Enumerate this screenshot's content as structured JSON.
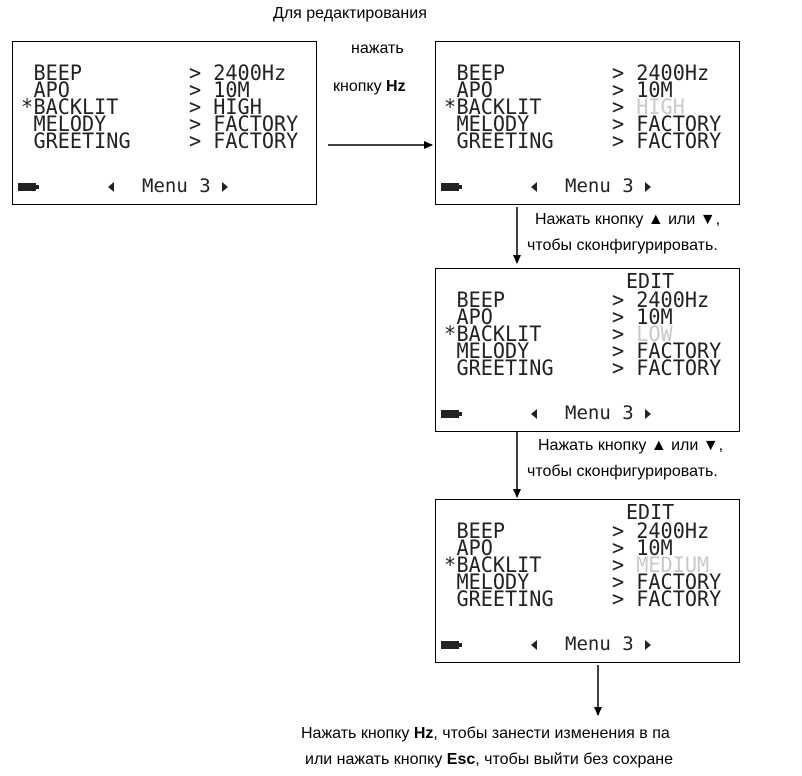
{
  "annotations": {
    "top_line1": "Для редактирования",
    "top_line2": "нажать",
    "top_line3_prefix": "кнопку ",
    "top_line3_key": "Hz",
    "step1_line1": "Нажать кнопку ▲ или ▼,",
    "step1_line2": "чтобы сконфигурировать.",
    "step2_line1": "Нажать кнопку ▲ или ▼,",
    "step2_line2": "чтобы сконфигурировать.",
    "bottom_line1_prefix": "Нажать кнопку ",
    "bottom_line1_key": "Hz",
    "bottom_line1_suffix": ", чтобы занести изменения в па",
    "bottom_line2_prefix": "или нажать кнопку ",
    "bottom_line2_key": "Esc",
    "bottom_line2_suffix": ", чтобы выйти без сохране"
  },
  "screens": [
    {
      "edit_label": "",
      "settings": [
        {
          "marker": " ",
          "name": "BEEP",
          "value": "2400Hz",
          "dim": false
        },
        {
          "marker": " ",
          "name": "APO",
          "value": "10M",
          "dim": false
        },
        {
          "marker": "*",
          "name": "BACKLIT",
          "value": "HIGH",
          "dim": false
        },
        {
          "marker": " ",
          "name": "MELODY",
          "value": "FACTORY",
          "dim": false
        },
        {
          "marker": " ",
          "name": "GREETING",
          "value": "FACTORY",
          "dim": false
        }
      ],
      "menu_label": "Menu 3"
    },
    {
      "edit_label": "",
      "settings": [
        {
          "marker": " ",
          "name": "BEEP",
          "value": "2400Hz",
          "dim": false
        },
        {
          "marker": " ",
          "name": "APO",
          "value": "10M",
          "dim": false
        },
        {
          "marker": "*",
          "name": "BACKLIT",
          "value": "HIGH",
          "dim": true
        },
        {
          "marker": " ",
          "name": "MELODY",
          "value": "FACTORY",
          "dim": false
        },
        {
          "marker": " ",
          "name": "GREETING",
          "value": "FACTORY",
          "dim": false
        }
      ],
      "menu_label": "Menu 3"
    },
    {
      "edit_label": "EDIT",
      "settings": [
        {
          "marker": " ",
          "name": "BEEP",
          "value": "2400Hz",
          "dim": false
        },
        {
          "marker": " ",
          "name": "APO",
          "value": "10M",
          "dim": false
        },
        {
          "marker": "*",
          "name": "BACKLIT",
          "value": "LOW",
          "dim": true
        },
        {
          "marker": " ",
          "name": "MELODY",
          "value": "FACTORY",
          "dim": false
        },
        {
          "marker": " ",
          "name": "GREETING",
          "value": "FACTORY",
          "dim": false
        }
      ],
      "menu_label": "Menu 3"
    },
    {
      "edit_label": "EDIT",
      "settings": [
        {
          "marker": " ",
          "name": "BEEP",
          "value": "2400Hz",
          "dim": false
        },
        {
          "marker": " ",
          "name": "APO",
          "value": "10M",
          "dim": false
        },
        {
          "marker": "*",
          "name": "BACKLIT",
          "value": "MEDIUM",
          "dim": true
        },
        {
          "marker": " ",
          "name": "MELODY",
          "value": "FACTORY",
          "dim": false
        },
        {
          "marker": " ",
          "name": "GREETING",
          "value": "FACTORY",
          "dim": false
        }
      ],
      "menu_label": "Menu 3"
    }
  ],
  "colors": {
    "text": "#000000",
    "lcd_text": "#222222",
    "dimmed_value": "#c9c9c9",
    "background": "#ffffff"
  },
  "icons": {
    "battery": "battery-icon",
    "prev": "left-triangle-icon",
    "next": "right-triangle-icon"
  }
}
